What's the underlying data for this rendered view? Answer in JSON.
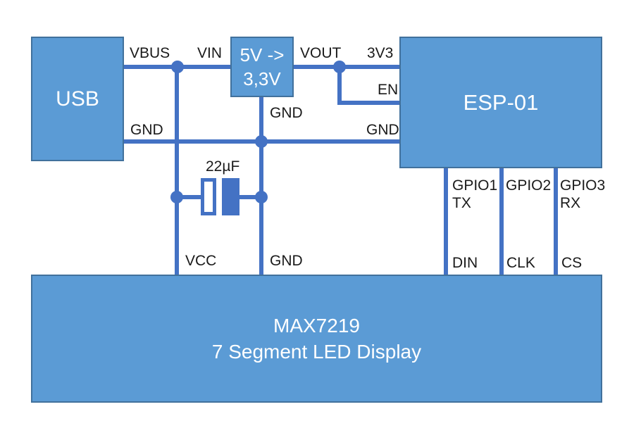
{
  "diagram": {
    "blocks": {
      "usb": {
        "label": "USB"
      },
      "regulator": {
        "line1": "5V ->",
        "line2": "3,3V"
      },
      "esp01": {
        "label": "ESP-01"
      },
      "display": {
        "line1": "MAX7219",
        "line2": "7 Segment LED Display"
      }
    },
    "wire_labels": {
      "vbus": "VBUS",
      "vin": "VIN",
      "vout": "VOUT",
      "v3v3": "3V3",
      "en": "EN",
      "gnd_usb": "GND",
      "gnd_regulator": "GND",
      "gnd_esp": "GND",
      "capacitor_value": "22µF",
      "vcc": "VCC",
      "gnd_display": "GND",
      "gpio1": "GPIO1",
      "tx": "TX",
      "gpio2": "GPIO2",
      "gpio3": "GPIO3",
      "rx": "RX",
      "din": "DIN",
      "clk": "CLK",
      "cs": "CS"
    },
    "colors": {
      "block_fill": "#5B9BD5",
      "block_border": "#41719C",
      "wire": "#4472C4",
      "label_text": "#1A1A1A",
      "block_text": "#FFFFFF",
      "background": "#FFFFFF"
    }
  }
}
